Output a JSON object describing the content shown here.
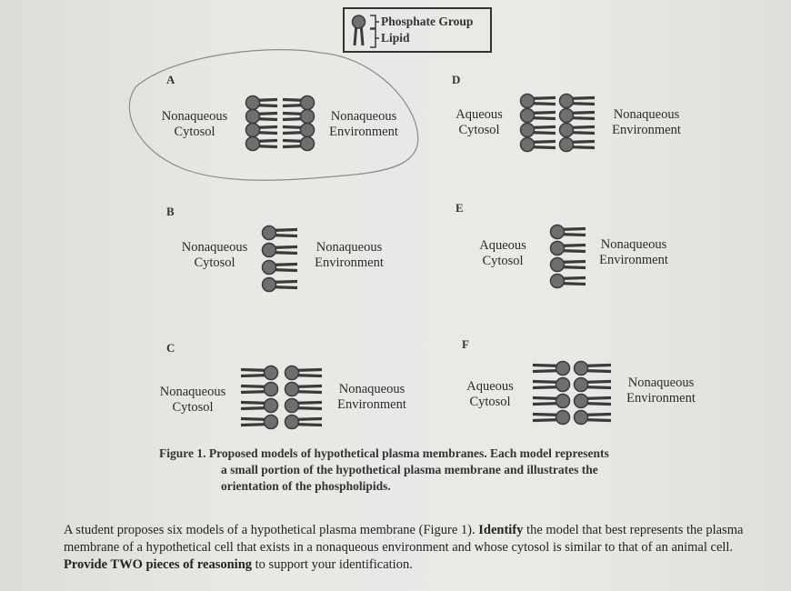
{
  "legend": {
    "phosphate_label": "Phosphate Group",
    "lipid_label": "Lipid"
  },
  "models": [
    {
      "letter": "A",
      "left_label": [
        "Nonaqueous",
        "Cytosol"
      ],
      "right_label": [
        "Nonaqueous",
        "Environment"
      ],
      "orientation": "bilayer-heads-out",
      "circled": true
    },
    {
      "letter": "B",
      "left_label": [
        "Nonaqueous",
        "Cytosol"
      ],
      "right_label": [
        "Nonaqueous",
        "Environment"
      ],
      "orientation": "monolayer-heads-left"
    },
    {
      "letter": "C",
      "left_label": [
        "Nonaqueous",
        "Cytosol"
      ],
      "right_label": [
        "Nonaqueous",
        "Environment"
      ],
      "orientation": "bilayer-tails-out"
    },
    {
      "letter": "D",
      "left_label": [
        "Aqueous",
        "Cytosol"
      ],
      "right_label": [
        "Nonaqueous",
        "Environment"
      ],
      "orientation": "double-monolayer-heads-left"
    },
    {
      "letter": "E",
      "left_label": [
        "Aqueous",
        "Cytosol"
      ],
      "right_label": [
        "Nonaqueous",
        "Environment"
      ],
      "orientation": "monolayer-heads-left"
    },
    {
      "letter": "F",
      "left_label": [
        "Aqueous",
        "Cytosol"
      ],
      "right_label": [
        "Nonaqueous",
        "Environment"
      ],
      "orientation": "bilayer-tails-out"
    }
  ],
  "caption": {
    "line1": "Figure 1. Proposed models of hypothetical plasma membranes. Each model represents",
    "line2": "a small portion of the hypothetical plasma membrane and illustrates the",
    "line3": "orientation of the phospholipids."
  },
  "question": {
    "seg1": "A student proposes six models of a hypothetical plasma membrane (Figure 1). ",
    "seg2_bold": "Identify",
    "seg3": " the model that best represents the plasma membrane of a hypothetical cell that exists in a nonaqueous environment and whose cytosol is similar to that of an animal cell. ",
    "seg4_bold": "Provide TWO pieces of reasoning",
    "seg5": " to support your identification."
  },
  "colors": {
    "head": "#6f6f6f",
    "ink": "#3a3a3a",
    "pencil": "#8a8a8a"
  }
}
